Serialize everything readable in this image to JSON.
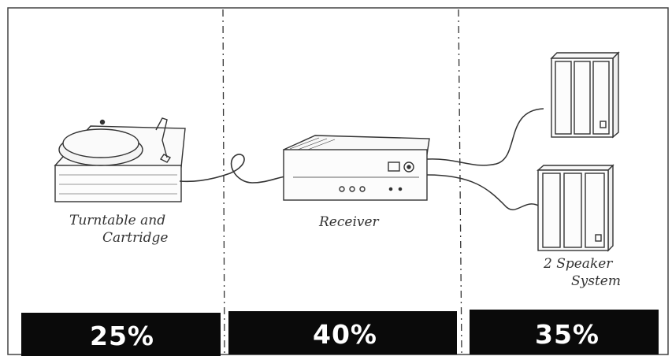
{
  "components": [
    {
      "label_line1": "Turntable and",
      "label_line2": "Cartridge",
      "share": "25%"
    },
    {
      "label_line1": "Receiver",
      "label_line2": "",
      "share": "40%"
    },
    {
      "label_line1": "2 Speaker",
      "label_line2": "System",
      "share": "35%"
    }
  ],
  "colors": {
    "ink": "#333333",
    "bar": "#0a0a0a",
    "bar_text": "#ffffff",
    "paper": "#ffffff"
  },
  "icons": [
    "turntable-icon",
    "receiver-icon",
    "speaker-icon"
  ]
}
